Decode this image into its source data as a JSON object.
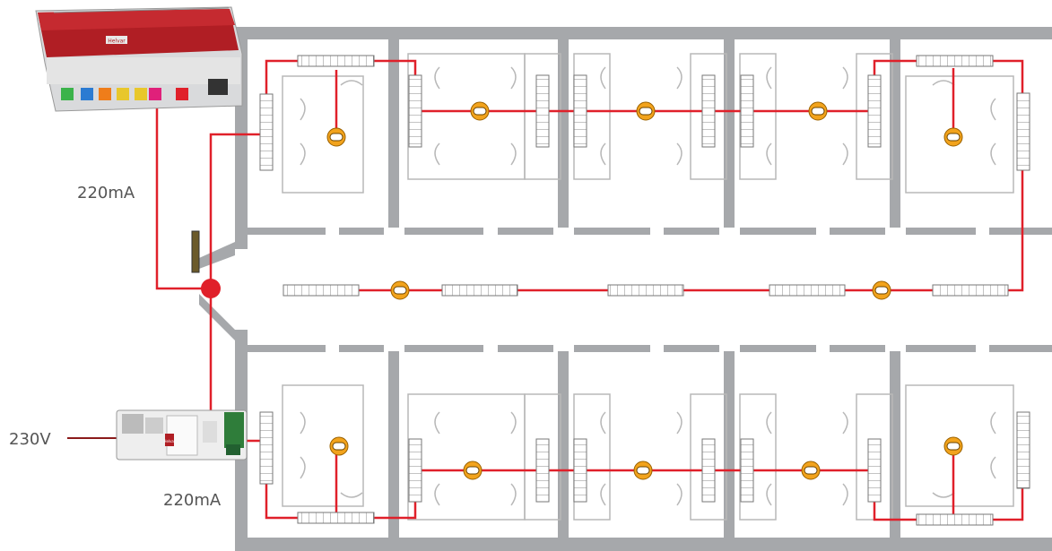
{
  "labels": {
    "current_top": "220mA",
    "current_bottom": "220mA",
    "mains_voltage": "230V"
  },
  "devices": {
    "controller_brand": "Helvar",
    "power_supply_brand": "Helvar"
  },
  "colors": {
    "bus_line": "#e0202a",
    "wall": "#a6a8ab",
    "sensor": "#f2a31c",
    "controller_body": "#b01e24"
  },
  "icons": {
    "sensor": "occupancy-sensor-icon",
    "luminaire": "luminaire-icon",
    "controller": "router-controller-icon",
    "psu": "power-supply-icon",
    "junction": "junction-dot-icon"
  }
}
